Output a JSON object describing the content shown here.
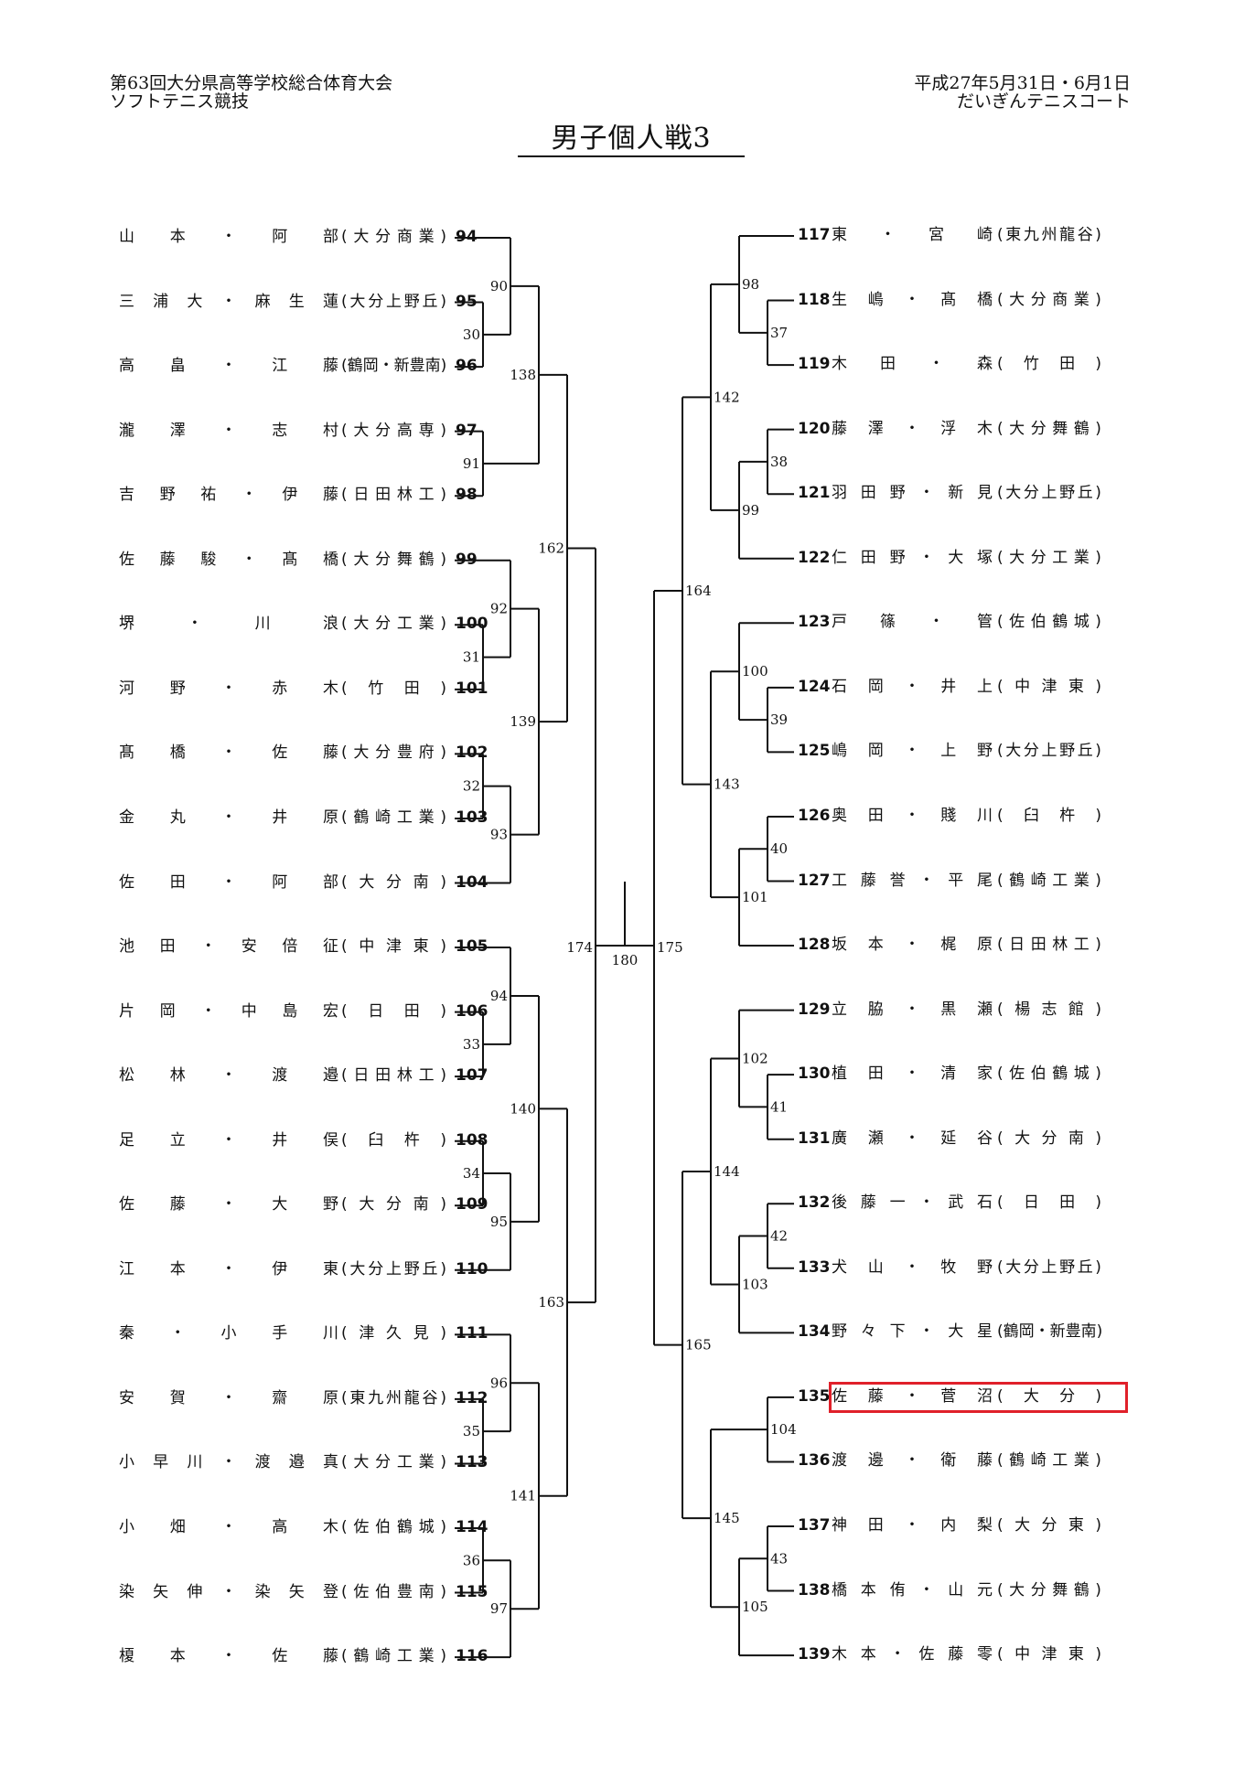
{
  "header": {
    "event_line1": "第63回大分県高等学校総合体育大会",
    "event_line2": "ソフトテニス競技",
    "date_line": "平成27年5月31日・6月1日",
    "venue_line": "だいぎんテニスコート",
    "title": "男子個人戦3"
  },
  "highlight": {
    "entry_number": "135",
    "color": "#e0202a"
  },
  "left_entries": [
    {
      "no": "94",
      "name": "山本・阿部",
      "school": "(大分商業)"
    },
    {
      "no": "95",
      "name": "三浦大・麻生蓮",
      "school": "(大分上野丘)"
    },
    {
      "no": "96",
      "name": "高畠・江藤",
      "school": "(鶴岡・新豊南)"
    },
    {
      "no": "97",
      "name": "瀧澤・志村",
      "school": "(大分高専)"
    },
    {
      "no": "98",
      "name": "吉野祐・伊藤",
      "school": "(日田林工)"
    },
    {
      "no": "99",
      "name": "佐藤駿・髙橋",
      "school": "(大分舞鶴)"
    },
    {
      "no": "100",
      "name": "堺・川浪",
      "school": "(大分工業)"
    },
    {
      "no": "101",
      "name": "河野・赤木",
      "school": "(竹田)"
    },
    {
      "no": "102",
      "name": "髙橋・佐藤",
      "school": "(大分豊府)"
    },
    {
      "no": "103",
      "name": "金丸・井原",
      "school": "(鶴崎工業)"
    },
    {
      "no": "104",
      "name": "佐田・阿部",
      "school": "(大分南)"
    },
    {
      "no": "105",
      "name": "池田・安倍征",
      "school": "(中津東)"
    },
    {
      "no": "106",
      "name": "片岡・中島宏",
      "school": "(日田)"
    },
    {
      "no": "107",
      "name": "松林・渡邉",
      "school": "(日田林工)"
    },
    {
      "no": "108",
      "name": "足立・井俣",
      "school": "(臼杵)"
    },
    {
      "no": "109",
      "name": "佐藤・大野",
      "school": "(大分南)"
    },
    {
      "no": "110",
      "name": "江本・伊東",
      "school": "(大分上野丘)"
    },
    {
      "no": "111",
      "name": "秦・小手川",
      "school": "(津久見)"
    },
    {
      "no": "112",
      "name": "安賀・齋原",
      "school": "(東九州龍谷)"
    },
    {
      "no": "113",
      "name": "小早川・渡邉真",
      "school": "(大分工業)"
    },
    {
      "no": "114",
      "name": "小畑・高木",
      "school": "(佐伯鶴城)"
    },
    {
      "no": "115",
      "name": "染矢伸・染矢登",
      "school": "(佐伯豊南)"
    },
    {
      "no": "116",
      "name": "榎本・佐藤",
      "school": "(鶴崎工業)"
    }
  ],
  "right_entries": [
    {
      "no": "117",
      "name": "東・宮崎",
      "school": "(東九州龍谷)"
    },
    {
      "no": "118",
      "name": "生嶋・髙橋",
      "school": "(大分商業)"
    },
    {
      "no": "119",
      "name": "木田・森",
      "school": "(竹田)"
    },
    {
      "no": "120",
      "name": "藤澤・浮木",
      "school": "(大分舞鶴)"
    },
    {
      "no": "121",
      "name": "羽田野・新見",
      "school": "(大分上野丘)"
    },
    {
      "no": "122",
      "name": "仁田野・大塚",
      "school": "(大分工業)"
    },
    {
      "no": "123",
      "name": "戸篠・管",
      "school": "(佐伯鶴城)"
    },
    {
      "no": "124",
      "name": "石岡・井上",
      "school": "(中津東)"
    },
    {
      "no": "125",
      "name": "嶋岡・上野",
      "school": "(大分上野丘)"
    },
    {
      "no": "126",
      "name": "奥田・賤川",
      "school": "(臼杵)"
    },
    {
      "no": "127",
      "name": "工藤誉・平尾",
      "school": "(鶴崎工業)"
    },
    {
      "no": "128",
      "name": "坂本・梶原",
      "school": "(日田林工)"
    },
    {
      "no": "129",
      "name": "立脇・黒瀬",
      "school": "(楊志館)"
    },
    {
      "no": "130",
      "name": "植田・清家",
      "school": "(佐伯鶴城)"
    },
    {
      "no": "131",
      "name": "廣瀬・延谷",
      "school": "(大分南)"
    },
    {
      "no": "132",
      "name": "後藤一・武石",
      "school": "(日田)"
    },
    {
      "no": "133",
      "name": "犬山・牧野",
      "school": "(大分上野丘)"
    },
    {
      "no": "134",
      "name": "野々下・大星",
      "school": "(鶴岡・新豊南)"
    },
    {
      "no": "135",
      "name": "佐藤・菅沼",
      "school": "(大分)"
    },
    {
      "no": "136",
      "name": "渡邊・衛藤",
      "school": "(鶴崎工業)"
    },
    {
      "no": "137",
      "name": "神田・内梨",
      "school": "(大分東)"
    },
    {
      "no": "138",
      "name": "橋本侑・山元",
      "school": "(大分舞鶴)"
    },
    {
      "no": "139",
      "name": "木本・佐藤零",
      "school": "(中津東)"
    }
  ],
  "matches": {
    "left": [
      {
        "no": "30",
        "a": "e:95",
        "b": "e:96"
      },
      {
        "no": "90",
        "a": "e:94",
        "b": "m:30"
      },
      {
        "no": "91",
        "a": "e:97",
        "b": "e:98"
      },
      {
        "no": "138",
        "a": "m:90",
        "b": "m:91"
      },
      {
        "no": "31",
        "a": "e:100",
        "b": "e:101"
      },
      {
        "no": "92",
        "a": "e:99",
        "b": "m:31"
      },
      {
        "no": "32",
        "a": "e:102",
        "b": "e:103"
      },
      {
        "no": "93",
        "a": "m:32",
        "b": "e:104"
      },
      {
        "no": "139",
        "a": "m:92",
        "b": "m:93"
      },
      {
        "no": "162",
        "a": "m:138",
        "b": "m:139"
      },
      {
        "no": "33",
        "a": "e:106",
        "b": "e:107"
      },
      {
        "no": "94",
        "a": "e:105",
        "b": "m:33"
      },
      {
        "no": "34",
        "a": "e:108",
        "b": "e:109"
      },
      {
        "no": "95",
        "a": "m:34",
        "b": "e:110"
      },
      {
        "no": "140",
        "a": "m:94",
        "b": "m:95"
      },
      {
        "no": "35",
        "a": "e:112",
        "b": "e:113"
      },
      {
        "no": "96",
        "a": "e:111",
        "b": "m:35"
      },
      {
        "no": "36",
        "a": "e:114",
        "b": "e:115"
      },
      {
        "no": "97",
        "a": "m:36",
        "b": "e:116"
      },
      {
        "no": "141",
        "a": "m:96",
        "b": "m:97"
      },
      {
        "no": "163",
        "a": "m:140",
        "b": "m:141"
      },
      {
        "no": "174",
        "a": "m:162",
        "b": "m:163"
      }
    ],
    "right": [
      {
        "no": "37",
        "a": "e:118",
        "b": "e:119"
      },
      {
        "no": "98",
        "a": "e:117",
        "b": "m:37"
      },
      {
        "no": "38",
        "a": "e:120",
        "b": "e:121"
      },
      {
        "no": "99",
        "a": "m:38",
        "b": "e:122"
      },
      {
        "no": "142",
        "a": "m:98",
        "b": "m:99"
      },
      {
        "no": "39",
        "a": "e:124",
        "b": "e:125"
      },
      {
        "no": "100",
        "a": "e:123",
        "b": "m:39"
      },
      {
        "no": "40",
        "a": "e:126",
        "b": "e:127"
      },
      {
        "no": "101",
        "a": "m:40",
        "b": "e:128"
      },
      {
        "no": "143",
        "a": "m:100",
        "b": "m:101"
      },
      {
        "no": "164",
        "a": "m:142",
        "b": "m:143"
      },
      {
        "no": "41",
        "a": "e:130",
        "b": "e:131"
      },
      {
        "no": "102",
        "a": "e:129",
        "b": "m:41"
      },
      {
        "no": "42",
        "a": "e:132",
        "b": "e:133"
      },
      {
        "no": "103",
        "a": "m:42",
        "b": "e:134"
      },
      {
        "no": "144",
        "a": "m:102",
        "b": "m:103"
      },
      {
        "no": "104",
        "a": "e:135",
        "b": "e:136"
      },
      {
        "no": "43",
        "a": "e:137",
        "b": "e:138"
      },
      {
        "no": "105",
        "a": "m:43",
        "b": "e:139"
      },
      {
        "no": "145",
        "a": "m:104",
        "b": "m:105"
      },
      {
        "no": "165",
        "a": "m:144",
        "b": "m:145"
      },
      {
        "no": "175",
        "a": "m:164",
        "b": "m:165"
      }
    ],
    "final": {
      "no": "180",
      "a": "m:174",
      "b": "m:175"
    }
  }
}
